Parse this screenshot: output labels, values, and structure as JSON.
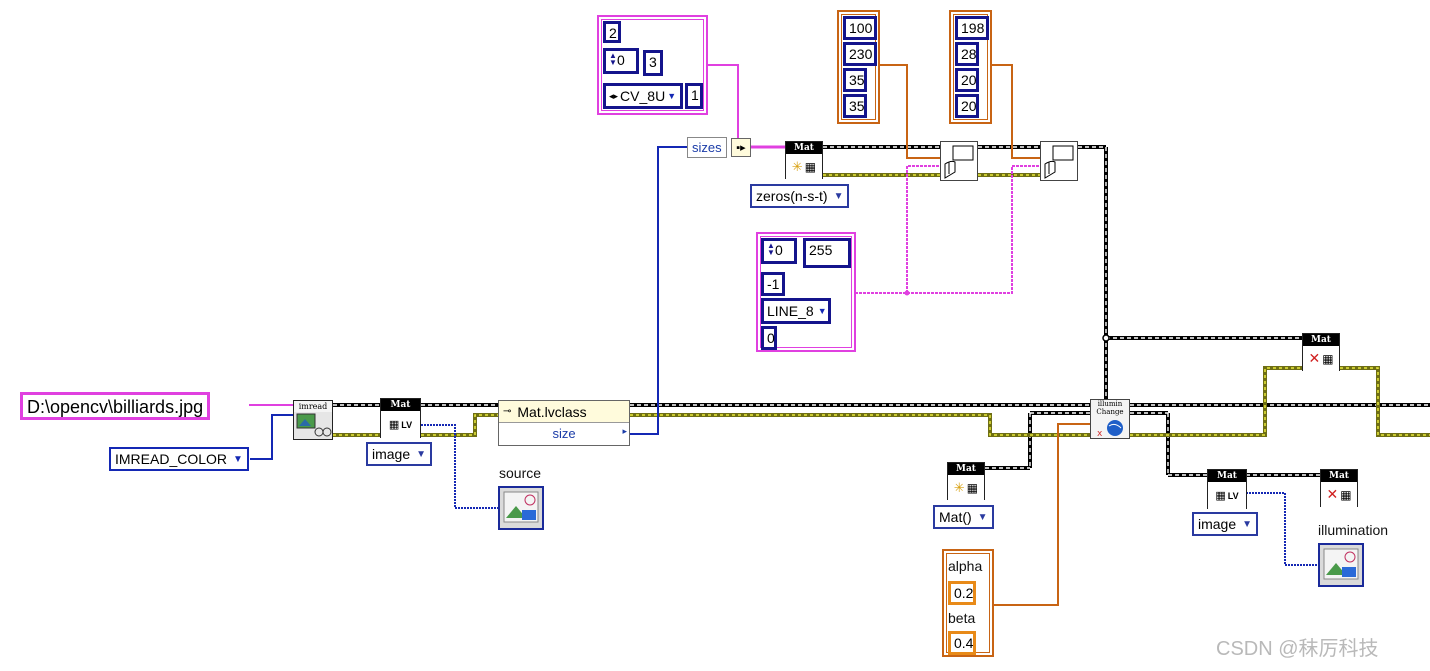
{
  "imread": {
    "path_value": "D:\\opencv\\billiards.jpg",
    "mode": "IMREAD_COLOR",
    "node_label": "imread"
  },
  "mat_lv": {
    "head": "Mat",
    "tag": "LV",
    "output_select": "image"
  },
  "source_indicator": {
    "label": "source"
  },
  "mat_class": {
    "name": "Mat.lvclass",
    "property": "size"
  },
  "sizes_node": {
    "label": "sizes"
  },
  "type_cluster": {
    "dims": "2",
    "index": "0",
    "channels": "3",
    "depth": "CV_8U",
    "depth_value": "1"
  },
  "zeros_mat": {
    "head": "Mat",
    "constructor": "zeros(n-s-t)"
  },
  "rect1": {
    "values": [
      "100",
      "230",
      "35",
      "35"
    ]
  },
  "rect2": {
    "values": [
      "198",
      "28",
      "20",
      "20"
    ]
  },
  "color_cluster": {
    "index": "0",
    "value": "255",
    "thickness": "-1",
    "line_type": "LINE_8",
    "shift": "0"
  },
  "illumination_change": {
    "label_line1": "illumin",
    "label_line2": "Change"
  },
  "mat_delete_top": {
    "head": "Mat"
  },
  "mat_empty": {
    "head": "Mat",
    "constructor": "Mat()"
  },
  "alpha_beta": {
    "alpha_label": "alpha",
    "alpha_value": "0.2",
    "beta_label": "beta",
    "beta_value": "0.4"
  },
  "mat_lv2": {
    "head": "Mat",
    "tag": "LV",
    "output_select": "image"
  },
  "mat_delete_bottom": {
    "head": "Mat"
  },
  "illumination_indicator": {
    "label": "illumination"
  },
  "watermark": "CSDN @秣厉科技",
  "colors": {
    "pink_wire": "#e040e0",
    "blue_wire": "#1428b4",
    "orange_wire": "#c86414",
    "class_wire": "#8a8a20"
  }
}
